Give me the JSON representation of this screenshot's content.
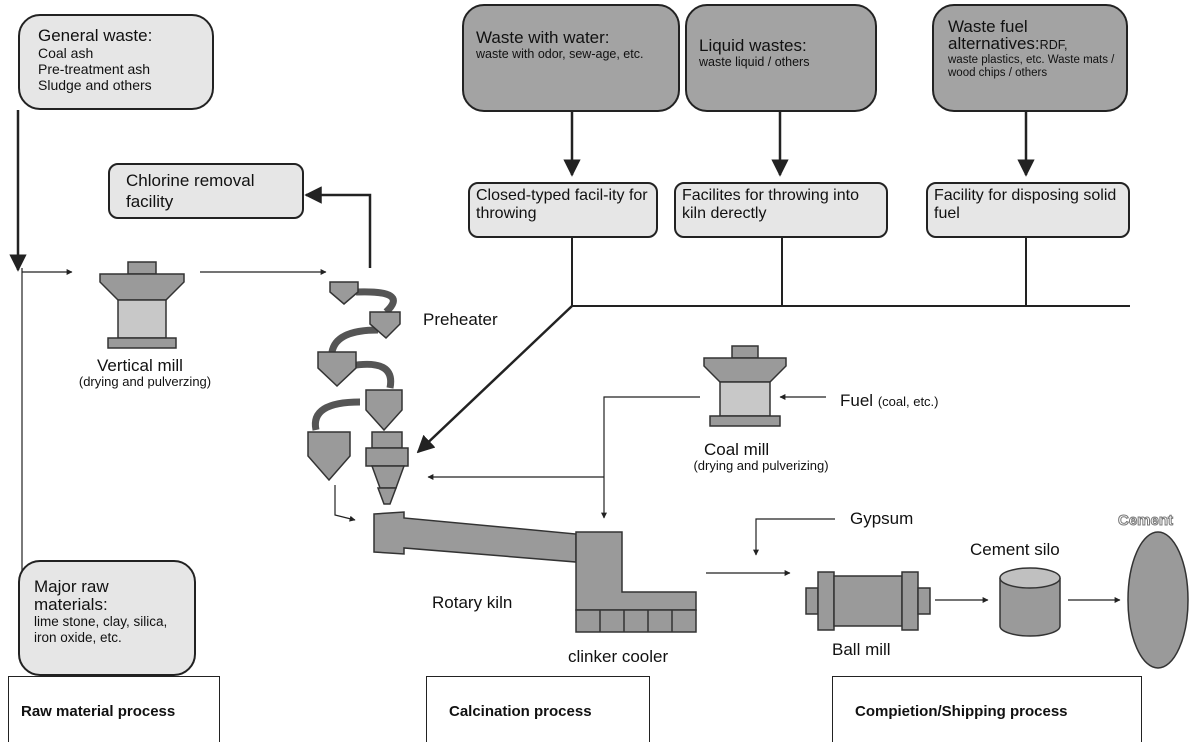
{
  "inputs": {
    "general_waste": {
      "title": "General waste:",
      "items": [
        "Coal ash",
        "Pre-treatment ash",
        "Sludge and others"
      ]
    },
    "waste_with_water": {
      "title": "Waste with water:",
      "detail": "waste with odor, sew-age, etc."
    },
    "liquid_wastes": {
      "title": "Liquid wastes:",
      "detail": "waste liquid / others"
    },
    "waste_fuel": {
      "title_line1": "Waste fuel",
      "title_line2": "alternatives:",
      "title_suffix": "RDF,",
      "detail": "waste plastics, etc. Waste mats / wood chips / others"
    },
    "major_raw": {
      "title_line1": "Major raw",
      "title_line2": "materials:",
      "items": "lime stone, clay, silica, iron oxide, etc."
    }
  },
  "facilities": {
    "chlorine": "Chlorine removal facility",
    "closed": "Closed-typed facil-ity for throwing",
    "kiln_direct": "Facilites for throwing into kiln derectly",
    "solid_fuel": "Facility for disposing solid fuel"
  },
  "equipment": {
    "vertical_mill": "Vertical mill",
    "vertical_mill_sub": "(drying and pulverzing)",
    "preheater": "Preheater",
    "coal_mill": "Coal mill",
    "coal_mill_sub": "(drying and pulverizing)",
    "fuel": "Fuel",
    "fuel_sub": "(coal, etc.)",
    "rotary_kiln": "Rotary kiln",
    "clinker_cooler": "clinker cooler",
    "gypsum": "Gypsum",
    "cement_silo": "Cement silo",
    "ball_mill": "Ball mill",
    "cement": "Cement"
  },
  "sections": {
    "raw": "Raw material process",
    "calcination": "Calcination process",
    "completion": "Compietion/Shipping process"
  },
  "colors": {
    "dark_fill": "#a3a3a3",
    "light_fill": "#e6e6e6",
    "equipment": "#9a9a9a",
    "line": "#222222"
  }
}
